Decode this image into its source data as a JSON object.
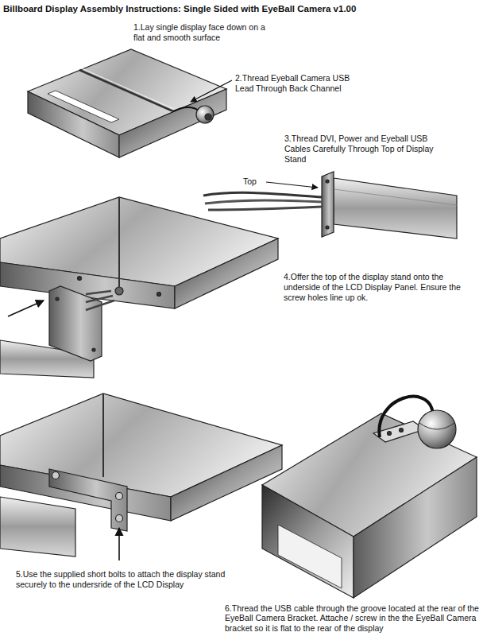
{
  "diagram": {
    "title": "Billboard Display Assembly Instructions: Single Sided with EyeBall Camera v1.00",
    "labels": [
      "1.Lay single display face down on a flat and smooth surface",
      "2.Thread Eyeball Camera USB Lead Through Back Channel",
      "3.Thread DVI, Power and Eyeball USB Cables Carefully Through Top of Display Stand",
      "Top",
      "4.Offer the top of the display stand onto the underside of the LCD Display Panel. Ensure the screw holes line up ok.",
      "5.Use the supplied short bolts to attach the display stand securely to the undersride of the LCD Display",
      "6.Thread the USB cable through the groove located at the rear of the EyeBall Camera Bracket. Attache / screw in the the EyeBall Camera bracket so it is flat to the rear of the display"
    ]
  }
}
